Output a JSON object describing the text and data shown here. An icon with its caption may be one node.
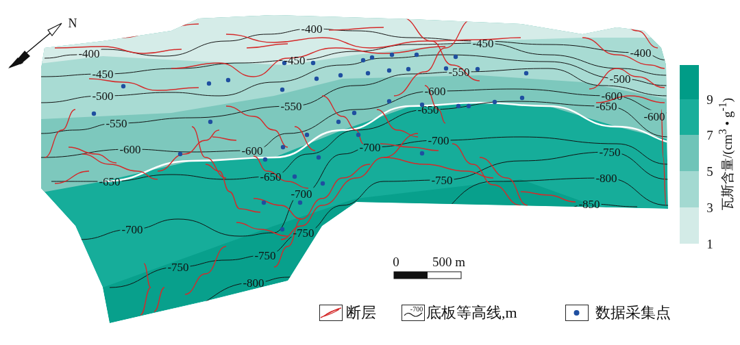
{
  "diagram": {
    "labels": [
      "N",
      "-400",
      "-450",
      "-400",
      "-400",
      "-450",
      "-550",
      "-450",
      "-500",
      "-600",
      "-500",
      "-600",
      "-550",
      "-650",
      "-650",
      "-600",
      "-550",
      "-700",
      "-700",
      "-600",
      "-600",
      "-750",
      "-650",
      "-800",
      "-750",
      "-650",
      "-700",
      "-850",
      "-700",
      "-750",
      "-750",
      "-750",
      "-800",
      "0",
      "500 m",
      "9",
      "7",
      "5",
      "3",
      "1",
      "瓦斯含量/(cm$^{3}$ • g$^{-1}$)",
      "-700"
    ],
    "legend": [
      {
        "text": "断层"
      },
      {
        "text": "底板等高线,m"
      },
      {
        "text": "数据采集点"
      }
    ]
  }
}
